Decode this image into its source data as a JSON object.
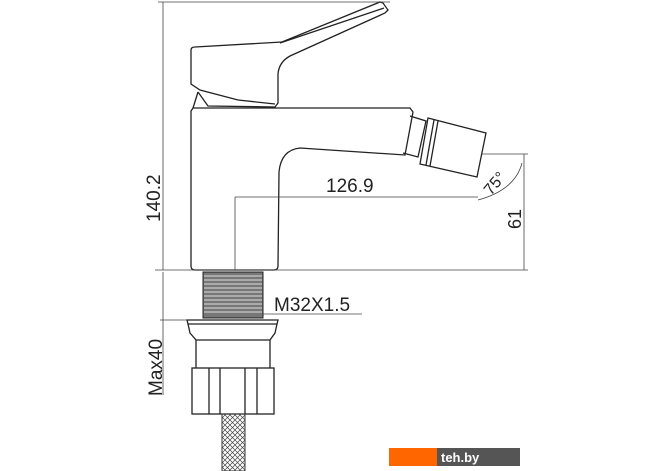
{
  "diagram": {
    "dimensions": {
      "height": "140.2",
      "reach": "126.9",
      "angle": "75°",
      "spout_height": "61",
      "thread": "M32X1.5",
      "max_thickness": "Max40"
    },
    "watermark": {
      "text": "teh.by",
      "accent": "#ff6600",
      "bg": "#555555"
    }
  }
}
